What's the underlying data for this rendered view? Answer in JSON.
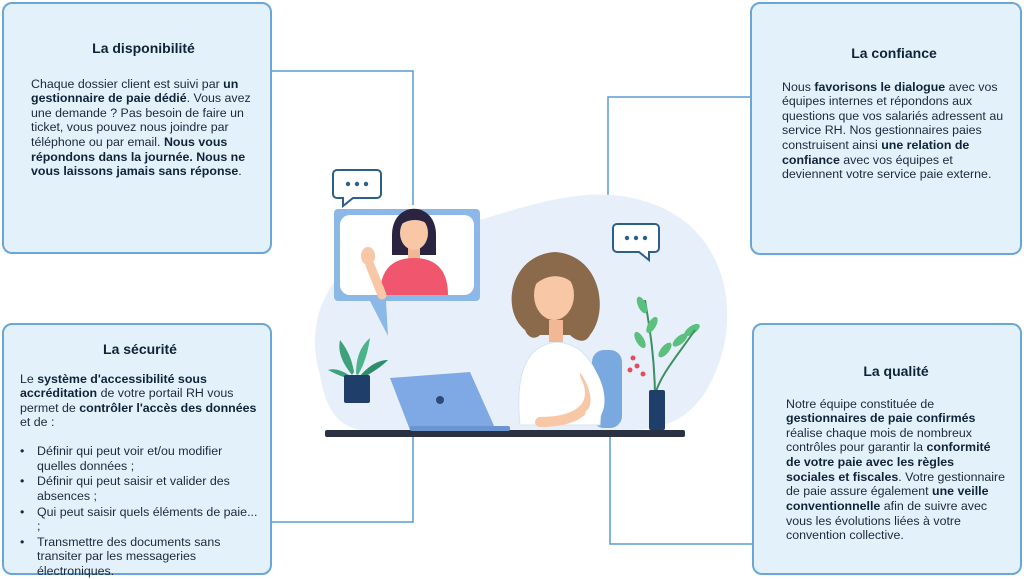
{
  "cards": {
    "disponibilite": {
      "title": "La disponibilité",
      "segments": [
        {
          "t": "Chaque dossier client est suivi par ",
          "b": false
        },
        {
          "t": "un gestionnaire de paie dédié",
          "b": true
        },
        {
          "t": ". Vous avez une demande ? Pas besoin de faire un ticket, vous pouvez nous joindre par téléphone ou par email. ",
          "b": false
        },
        {
          "t": "Nous vous répondons dans la journée. Nous ne vous laissons jamais sans réponse",
          "b": true
        },
        {
          "t": ".",
          "b": false
        }
      ]
    },
    "confiance": {
      "title": "La confiance",
      "segments": [
        {
          "t": "Nous ",
          "b": false
        },
        {
          "t": "favorisons le dialogue",
          "b": true
        },
        {
          "t": " avec vos équipes internes et répondons aux questions que vos salariés adressent au service RH. Nos gestionnaires paies construisent ainsi ",
          "b": false
        },
        {
          "t": "une relation de confiance",
          "b": true
        },
        {
          "t": " avec vos équipes et deviennent votre service paie externe.",
          "b": false
        }
      ]
    },
    "securite": {
      "title": "La sécurité",
      "segments": [
        {
          "t": "Le ",
          "b": false
        },
        {
          "t": "système d'accessibilité sous accréditation",
          "b": true
        },
        {
          "t": " de votre portail RH vous permet de ",
          "b": false
        },
        {
          "t": "contrôler l'accès des données",
          "b": true
        },
        {
          "t": " et de :",
          "b": false
        }
      ],
      "items": [
        "Définir qui peut voir et/ou modifier quelles données ;",
        "Définir qui peut saisir et valider des absences ;",
        "Qui peut saisir quels éléments de paie... ;",
        "Transmettre des documents sans transiter par les messageries électroniques."
      ]
    },
    "qualite": {
      "title": "La qualité",
      "segments": [
        {
          "t": "Notre équipe constituée de ",
          "b": false
        },
        {
          "t": "gestionnaires de paie confirmés",
          "b": true
        },
        {
          "t": " réalise chaque mois de nombreux contrôles pour garantir la ",
          "b": false
        },
        {
          "t": "conformité de votre paie avec les règles sociales et fiscales",
          "b": true
        },
        {
          "t": ". Votre gestionnaire de paie assure également ",
          "b": false
        },
        {
          "t": "une veille conventionnelle",
          "b": true
        },
        {
          "t": " afin de suivre avec vous les évolutions liées à votre convention collective.",
          "b": false
        }
      ]
    }
  },
  "colors": {
    "card_bg": "#e3f1fb",
    "card_border": "#6aa6d6",
    "connector": "#5b9bd0",
    "blob": "#e7f0fa",
    "laptop": "#7ea9e4",
    "shirt_woman": "#ffffff",
    "shirt_call": "#f0566e"
  },
  "icons": [
    "chat-bubble-icon",
    "plant-icon",
    "laptop-icon"
  ]
}
